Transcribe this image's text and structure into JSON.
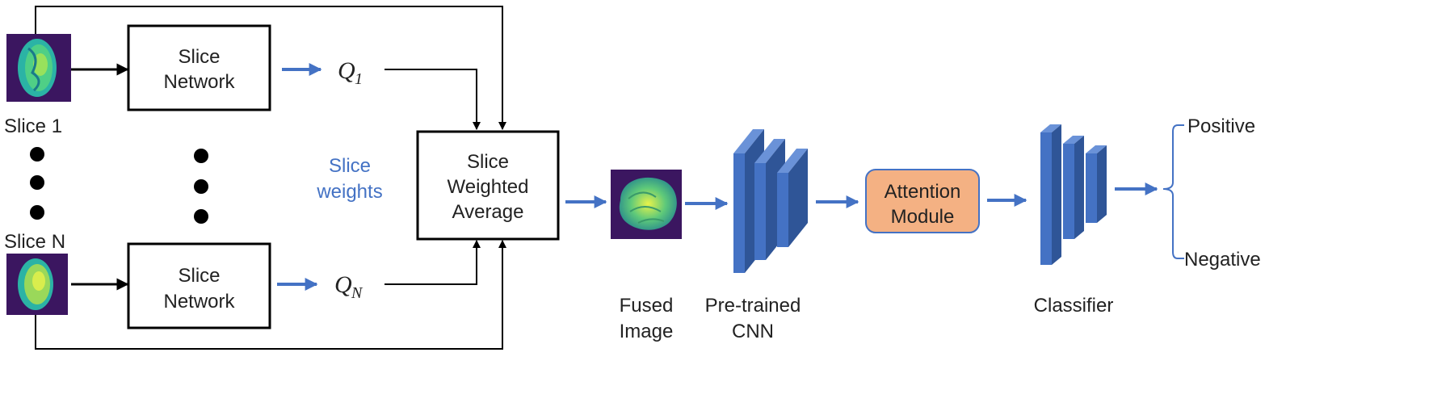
{
  "inputs": {
    "slice_1_label": "Slice 1",
    "slice_n_label": "Slice N"
  },
  "slice_network": {
    "line1": "Slice",
    "line2": "Network"
  },
  "quality": {
    "q1_symbol": "Q",
    "q1_sub": "1",
    "qn_symbol": "Q",
    "qn_sub": "N"
  },
  "slice_weights": {
    "line1": "Slice",
    "line2": "weights"
  },
  "weighted_average": {
    "line1": "Slice",
    "line2": "Weighted",
    "line3": "Average"
  },
  "fused_image": {
    "line1": "Fused",
    "line2": "Image"
  },
  "cnn": {
    "line1": "Pre-trained",
    "line2": "CNN"
  },
  "attention": {
    "line1": "Attention",
    "line2": "Module"
  },
  "classifier": {
    "label": "Classifier"
  },
  "outputs": {
    "positive": "Positive",
    "negative": "Negative"
  },
  "colors": {
    "blue": "#4472c4",
    "cube_front": "#4472c4",
    "cube_side": "#2f5597",
    "cube_top": "#6a92d8",
    "attention_fill": "#f4b183",
    "attention_stroke": "#4472c4",
    "mri_background": "#3b1660"
  }
}
